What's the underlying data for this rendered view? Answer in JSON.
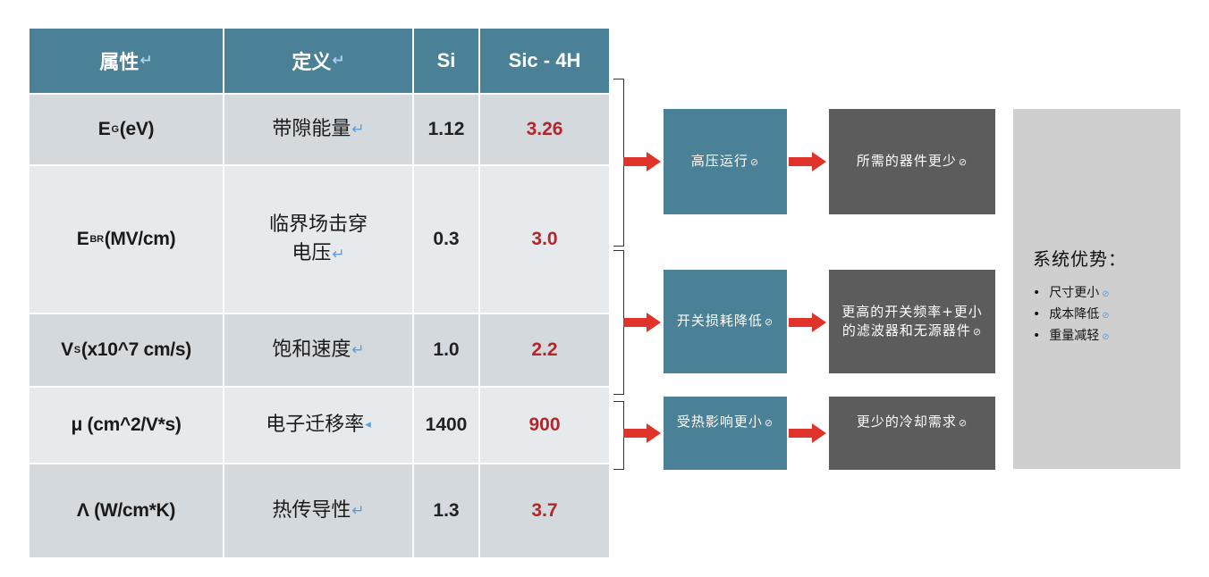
{
  "table": {
    "headers": [
      "属性",
      "定义",
      "Si",
      "Sic - 4H"
    ],
    "rows": [
      {
        "prop_main": "E",
        "prop_sub": "G",
        "prop_rest": " (eV)",
        "definition": "带隙能量",
        "si": "1.12",
        "sic": "3.26"
      },
      {
        "prop_main": "E",
        "prop_sub": "BR",
        "prop_rest": " (MV/cm)",
        "definition_line1": "临界场击穿",
        "definition_line2": "电压",
        "si": "0.3",
        "sic": "3.0"
      },
      {
        "prop_main": "V",
        "prop_sub": "S",
        "prop_rest": " (x10^7 cm/s)",
        "definition": "饱和速度",
        "si": "1.0",
        "sic": "2.2"
      },
      {
        "prop_main": "μ (cm^2/V*s)",
        "definition": "电子迁移率",
        "si": "1400",
        "sic": "900"
      },
      {
        "prop_main": "Λ (W/cm*K)",
        "definition": "热传导性",
        "si": "1.3",
        "sic": "3.7"
      }
    ]
  },
  "flow": {
    "benefits": [
      "高压运行",
      "开关损耗降低",
      "受热影响更小"
    ],
    "results": [
      "所需的器件更少",
      "更高的开关频率+更小的滤波器和无源器件",
      "更少的冷却需求"
    ]
  },
  "advantages": {
    "title": "系统优势：",
    "items": [
      "尺寸更小",
      "成本降低",
      "重量减轻"
    ]
  },
  "colors": {
    "header_bg": "#4a8196",
    "highlight_red": "#b3262b",
    "arrow_red": "#e0332b",
    "teal_box": "#4a8196",
    "gray_box": "#5c5c5c",
    "advantage_panel": "#cfcfcf"
  }
}
